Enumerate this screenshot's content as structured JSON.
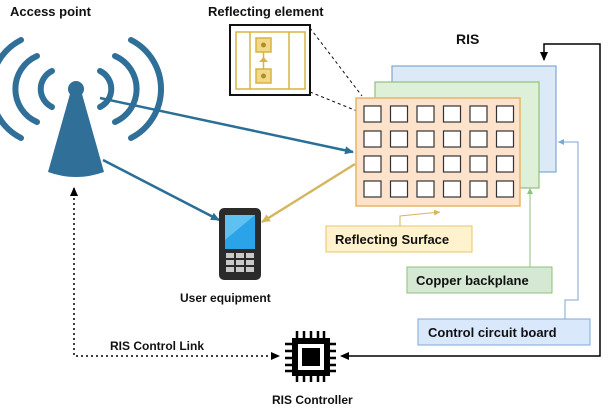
{
  "labels": {
    "access_point": "Access point",
    "reflecting_element": "Reflecting element",
    "ris": "RIS",
    "user_equipment": "User equipment",
    "reflecting_surface": "Reflecting Surface",
    "copper_backplane": "Copper backplane",
    "control_circuit_board": "Control circuit board",
    "ris_control_link": "RIS Control Link",
    "ris_controller": "RIS Controller"
  },
  "grid": {
    "rows": 4,
    "cols": 6
  },
  "colors": {
    "access_point": "#2f6f98",
    "signal_arrow": "#2a6f96",
    "reflected_arrow": "#d6b55f",
    "surface_fill": "#fde3cc",
    "surface_stroke": "#e5b566",
    "backplane_fill": "#dff0d8",
    "backplane_stroke": "#8fc27a",
    "circuit_fill": "#dce9f7",
    "circuit_stroke": "#7ea6d6",
    "label_surface_fill": "#fff2cc",
    "label_backplane_fill": "#d5e8d4",
    "label_circuit_fill": "#dae8fc",
    "element_gold": "#d9b341"
  },
  "icons": {
    "access_point": "wifi-antenna-icon",
    "user_equipment": "mobile-phone-icon",
    "ris_controller": "microchip-icon"
  }
}
